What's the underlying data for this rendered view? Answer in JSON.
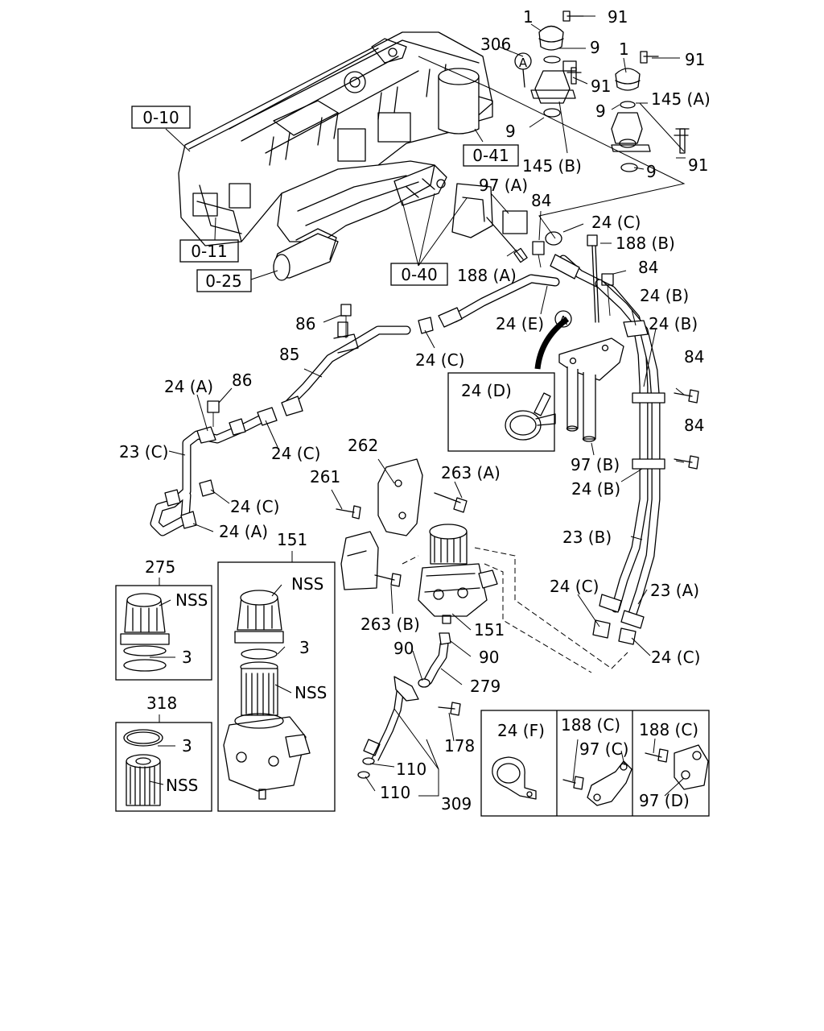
{
  "diagram": {
    "callouts": {
      "c1a": "1",
      "c91a": "91",
      "c306": "306",
      "c9a": "9",
      "c1b": "1",
      "c91b": "91",
      "c91c": "91",
      "c145a": "145 (A)",
      "c9b": "9",
      "c9c": "9",
      "c9d": "9",
      "c91d": "91",
      "c145b": "145 (B)",
      "c97a": "97 (A)",
      "c84a": "84",
      "c24c1": "24 (C)",
      "c188b": "188 (B)",
      "c84b": "84",
      "c188a": "188 (A)",
      "c24b1": "24 (B)",
      "c24b2": "24 (B)",
      "c86a": "86",
      "c24e": "24 (E)",
      "c85": "85",
      "c24c2": "24 (C)",
      "c84c": "84",
      "c24a1": "24 (A)",
      "c86b": "86",
      "c24d": "24 (D)",
      "c84d": "84",
      "c23c": "23 (C)",
      "c24c3": "24 (C)",
      "c97b": "97 (B)",
      "c24b3": "24 (B)",
      "c262": "262",
      "c261": "261",
      "c263a": "263 (A)",
      "c24c4": "24 (C)",
      "c24a2": "24 (A)",
      "c23b": "23 (B)",
      "c275": "275",
      "c151a": "151",
      "c24c5": "24 (C)",
      "c23a": "23 (A)",
      "c263b": "263 (B)",
      "c151b": "151",
      "c90a": "90",
      "c90b": "90",
      "c24c6": "24 (C)",
      "c279": "279",
      "c178": "178",
      "c110a": "110",
      "c110b": "110",
      "c309": "309",
      "c318": "318",
      "nss1": "NSS",
      "nss2": "NSS",
      "nss3": "NSS",
      "nss4": "NSS",
      "c3a": "3",
      "c3b": "3",
      "c3c": "3",
      "c24f": "24 (F)",
      "c188c1": "188 (C)",
      "c97c": "97 (C)",
      "c188c2": "188 (C)",
      "c97d": "97 (D)"
    },
    "references": {
      "r010": "0-10",
      "r041": "0-41",
      "r011": "0-11",
      "r040": "0-40",
      "r025": "0-25"
    },
    "markers": {
      "ma": "A",
      "mb": "A"
    }
  }
}
